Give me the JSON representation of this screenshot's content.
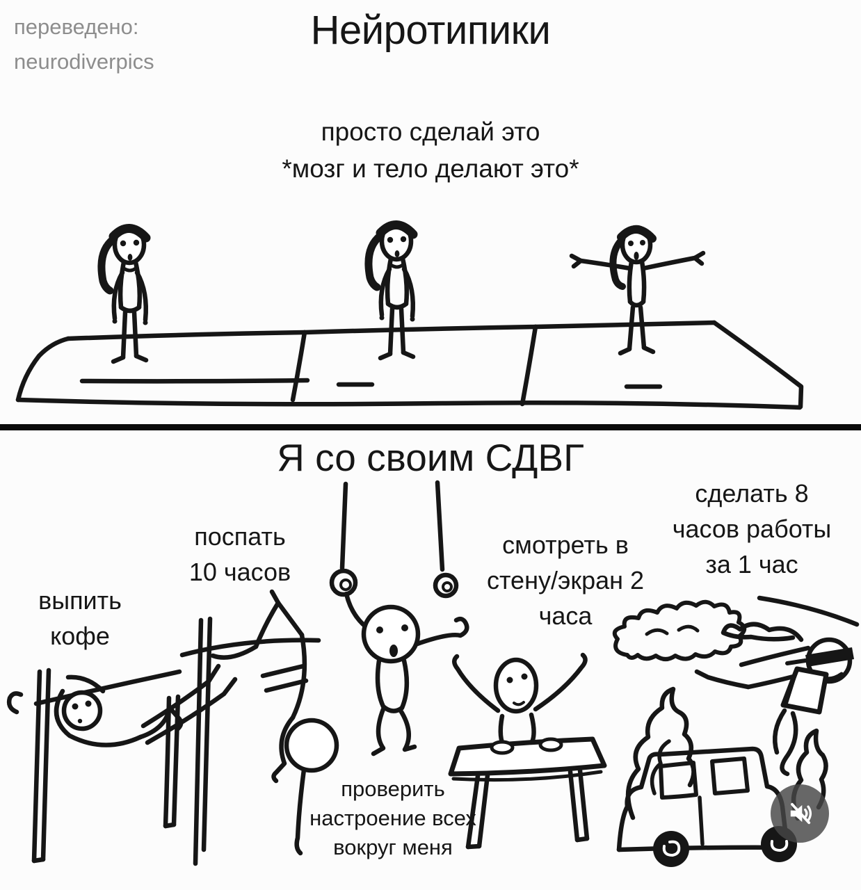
{
  "colors": {
    "ink": "#161616",
    "credit_gray": "#8d8d8d",
    "background": "#fcfcfc",
    "divider": "#0b0b0b",
    "mute_background": "rgba(70,70,70,0.82)"
  },
  "credit": {
    "text": "переведено:\nneurodiverpics"
  },
  "top_panel": {
    "title": "Нейротипики",
    "caption": "просто сделай это\n*мозг и тело делают это*"
  },
  "bottom_panel": {
    "title": "Я со своим СДВГ",
    "labels": {
      "coffee": "выпить\nкофе",
      "sleep": "поспать\n10 часов",
      "stare": "смотреть в\nстену/экран 2\nчаса",
      "work": "сделать 8\nчасов работы\nза 1 час",
      "mood": "проверить\nнастроение всех\nвокруг меня"
    }
  },
  "overlay": {
    "mute_icon": "muted-speaker-icon"
  }
}
